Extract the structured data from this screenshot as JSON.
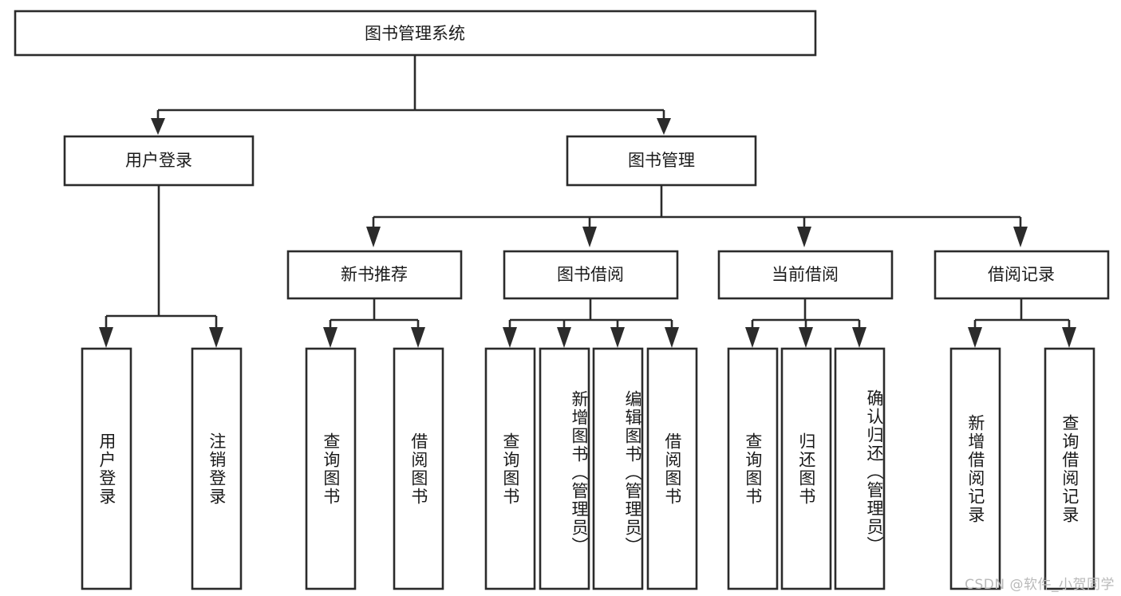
{
  "diagram": {
    "title": "图书管理系统",
    "type": "tree-hierarchy-flowchart",
    "watermark": "CSDN @软件_小贺同学",
    "colors": {
      "background": "#ffffff",
      "stroke": "#2b2b2b",
      "text": "#1a1a1a",
      "watermark": "#b9b9b9"
    },
    "levels": {
      "root": {
        "label": "图书管理系统"
      },
      "level2": [
        {
          "id": "user-login",
          "label": "用户登录"
        },
        {
          "id": "book-manage",
          "label": "图书管理"
        }
      ],
      "level3": [
        {
          "id": "new-book-recommend",
          "label": "新书推荐"
        },
        {
          "id": "book-borrow",
          "label": "图书借阅"
        },
        {
          "id": "current-borrow",
          "label": "当前借阅"
        },
        {
          "id": "borrow-record",
          "label": "借阅记录"
        }
      ],
      "leaves": {
        "user-login": [
          {
            "id": "leaf-user-login",
            "label": "用户登录"
          },
          {
            "id": "leaf-logout",
            "label": "注销登录"
          }
        ],
        "new-book-recommend": [
          {
            "id": "leaf-query-book-1",
            "label": "查询图书"
          },
          {
            "id": "leaf-borrow-book-1",
            "label": "借阅图书"
          }
        ],
        "book-borrow": [
          {
            "id": "leaf-query-book-2",
            "label": "查询图书"
          },
          {
            "id": "leaf-add-book",
            "label": "新增图书（管理员）"
          },
          {
            "id": "leaf-edit-book",
            "label": "编辑图书（管理员）"
          },
          {
            "id": "leaf-borrow-book-2",
            "label": "借阅图书"
          }
        ],
        "current-borrow": [
          {
            "id": "leaf-query-book-3",
            "label": "查询图书"
          },
          {
            "id": "leaf-return-book",
            "label": "归还图书"
          },
          {
            "id": "leaf-confirm-return",
            "label": "确认归还（管理员）"
          }
        ],
        "borrow-record": [
          {
            "id": "leaf-add-record",
            "label": "新增借阅记录"
          },
          {
            "id": "leaf-query-record",
            "label": "查询借阅记录"
          }
        ]
      }
    }
  }
}
